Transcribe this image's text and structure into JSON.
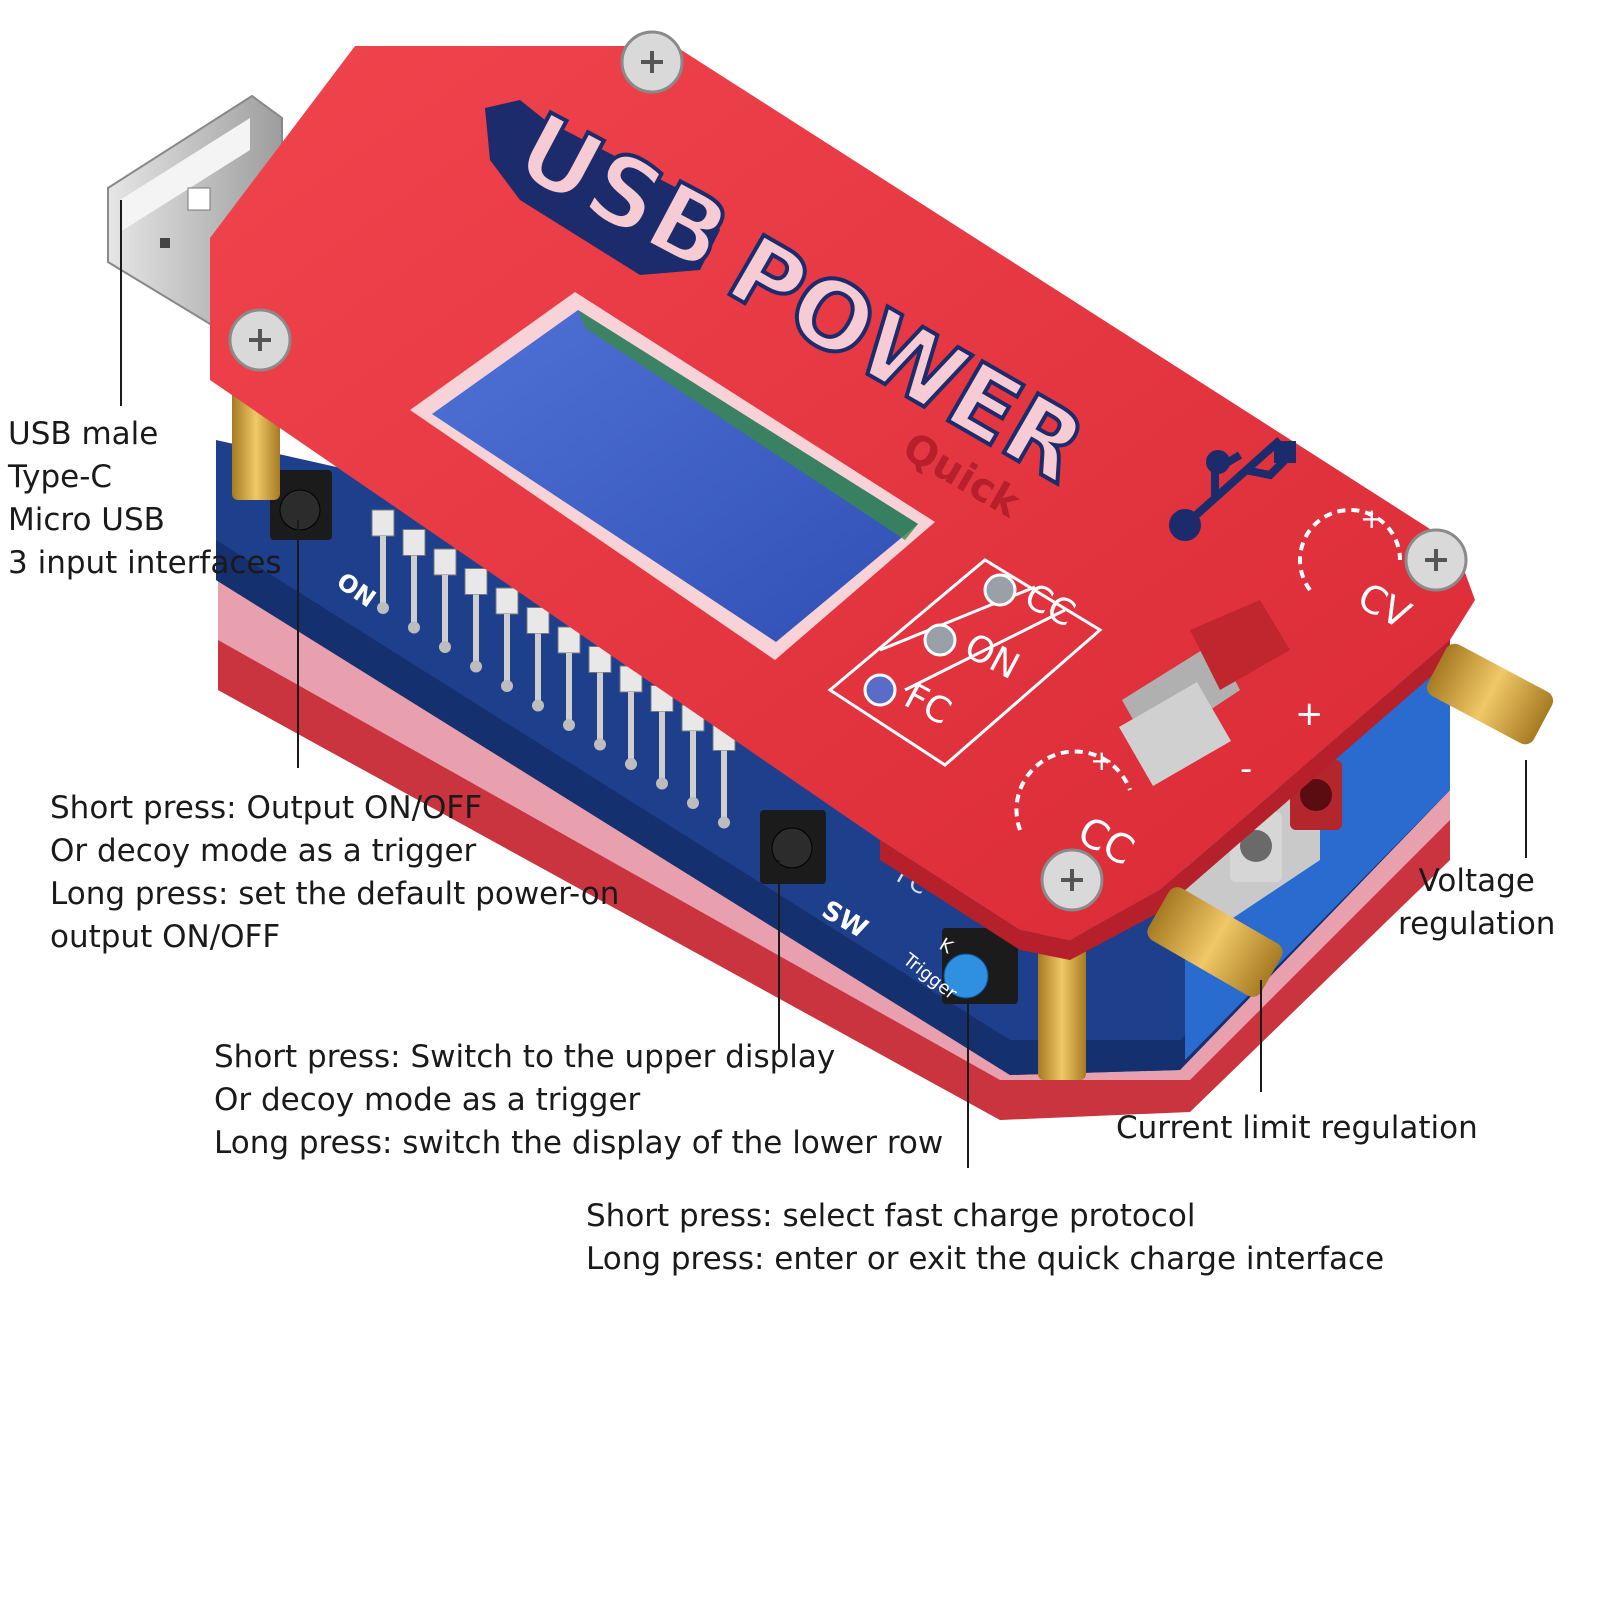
{
  "device": {
    "brand_line1": "USB",
    "brand_line2": "POWER",
    "brand_sub": "Quick",
    "silk": {
      "on": "ON",
      "sw": "SW",
      "fc": "FC",
      "k": "K",
      "trigger": "Trigger"
    },
    "indicators": [
      {
        "label": "CC",
        "color": "#9aa0a8"
      },
      {
        "label": "ON",
        "color": "#9aa0a8"
      },
      {
        "label": "FC",
        "color": "#5a6cc8"
      }
    ],
    "pot_cv_label": "CV",
    "pot_cc_label": "CC",
    "plus": "+",
    "minus": "-",
    "colors": {
      "board_red": "#e8343e",
      "board_red_dark": "#b5202b",
      "pcb_blue": "#1e3f8c",
      "lcd_blue": "#3d5ec8",
      "brass": "#d6a743",
      "terminal_blue": "#2a6bd0",
      "lettering_navy": "#1c2b6b",
      "usb_plug": "#c9c9c9"
    }
  },
  "callouts": {
    "usb_input": {
      "line1": "USB male",
      "line2": "Type-C",
      "line3": "Micro USB",
      "line4": "3 input interfaces"
    },
    "on_button": {
      "line1": "Short press: Output ON/OFF",
      "line2": "Or decoy mode as a trigger",
      "line3": "Long press: set the default power-on",
      "line4": "output ON/OFF"
    },
    "sw_button": {
      "line1": "Short press: Switch to the upper display",
      "line2": "Or decoy mode as a trigger",
      "line3": "Long press: switch the display of the lower row"
    },
    "fc_button": {
      "line1": "Short press: select fast charge protocol",
      "line2": "Long press: enter or exit the quick charge interface"
    },
    "voltage": {
      "line1": "Voltage",
      "line2": "regulation"
    },
    "current": {
      "line1": "Current limit regulation"
    }
  }
}
